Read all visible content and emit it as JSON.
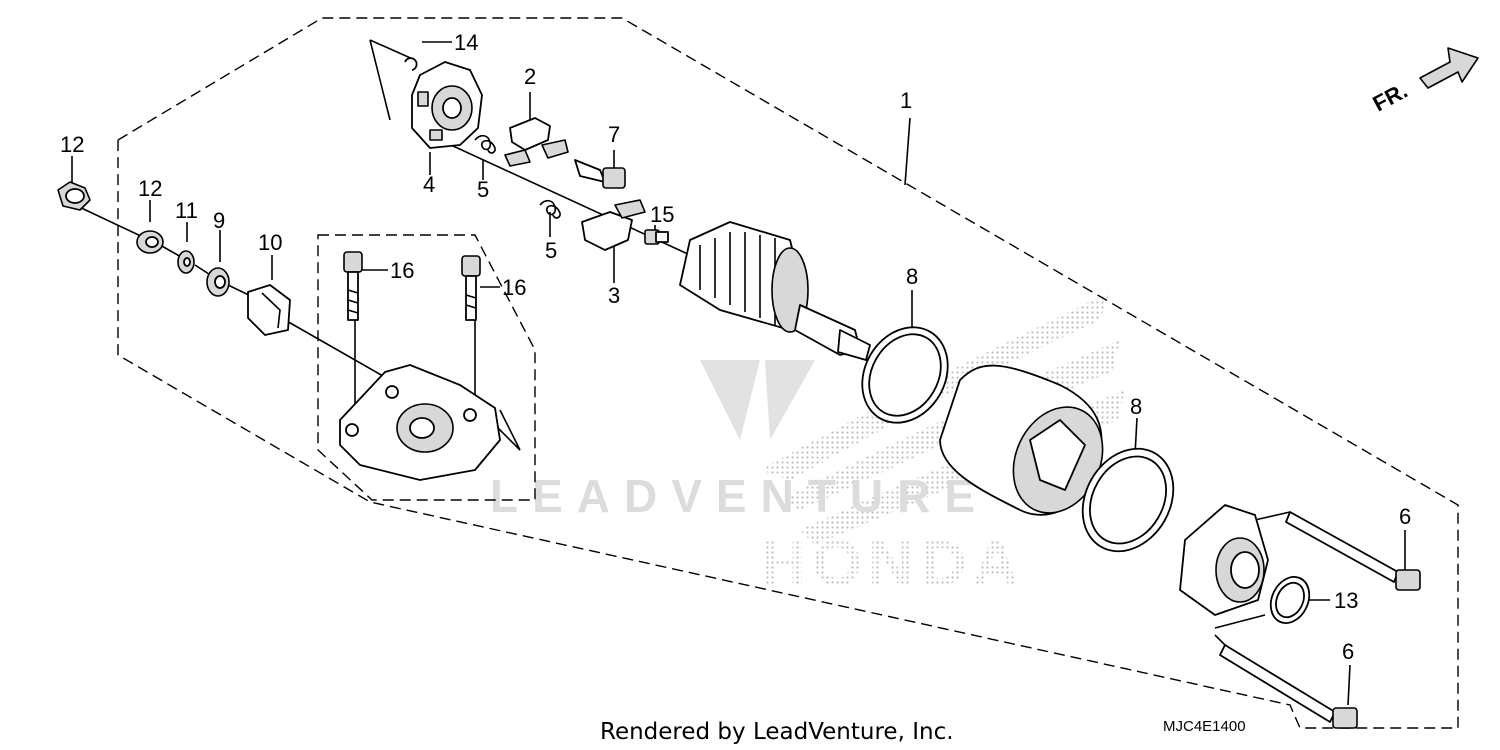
{
  "diagram": {
    "footer_text": "Rendered by LeadVenture, Inc.",
    "diagram_code": "MJC4E1400",
    "front_arrow_label": "FR.",
    "watermarks": [
      "LEADVENTURE",
      "HONDA"
    ],
    "callouts": {
      "c1": "1",
      "c2": "2",
      "c3": "3",
      "c4": "4",
      "c5a": "5",
      "c5b": "5",
      "c6a": "6",
      "c6b": "6",
      "c7": "7",
      "c8a": "8",
      "c8b": "8",
      "c9": "9",
      "c10": "10",
      "c11": "11",
      "c12a": "12",
      "c12b": "12",
      "c13": "13",
      "c14": "14",
      "c15": "15",
      "c16a": "16",
      "c16b": "16"
    },
    "colors": {
      "line": "#000000",
      "watermark": "#c8c8c8"
    }
  }
}
